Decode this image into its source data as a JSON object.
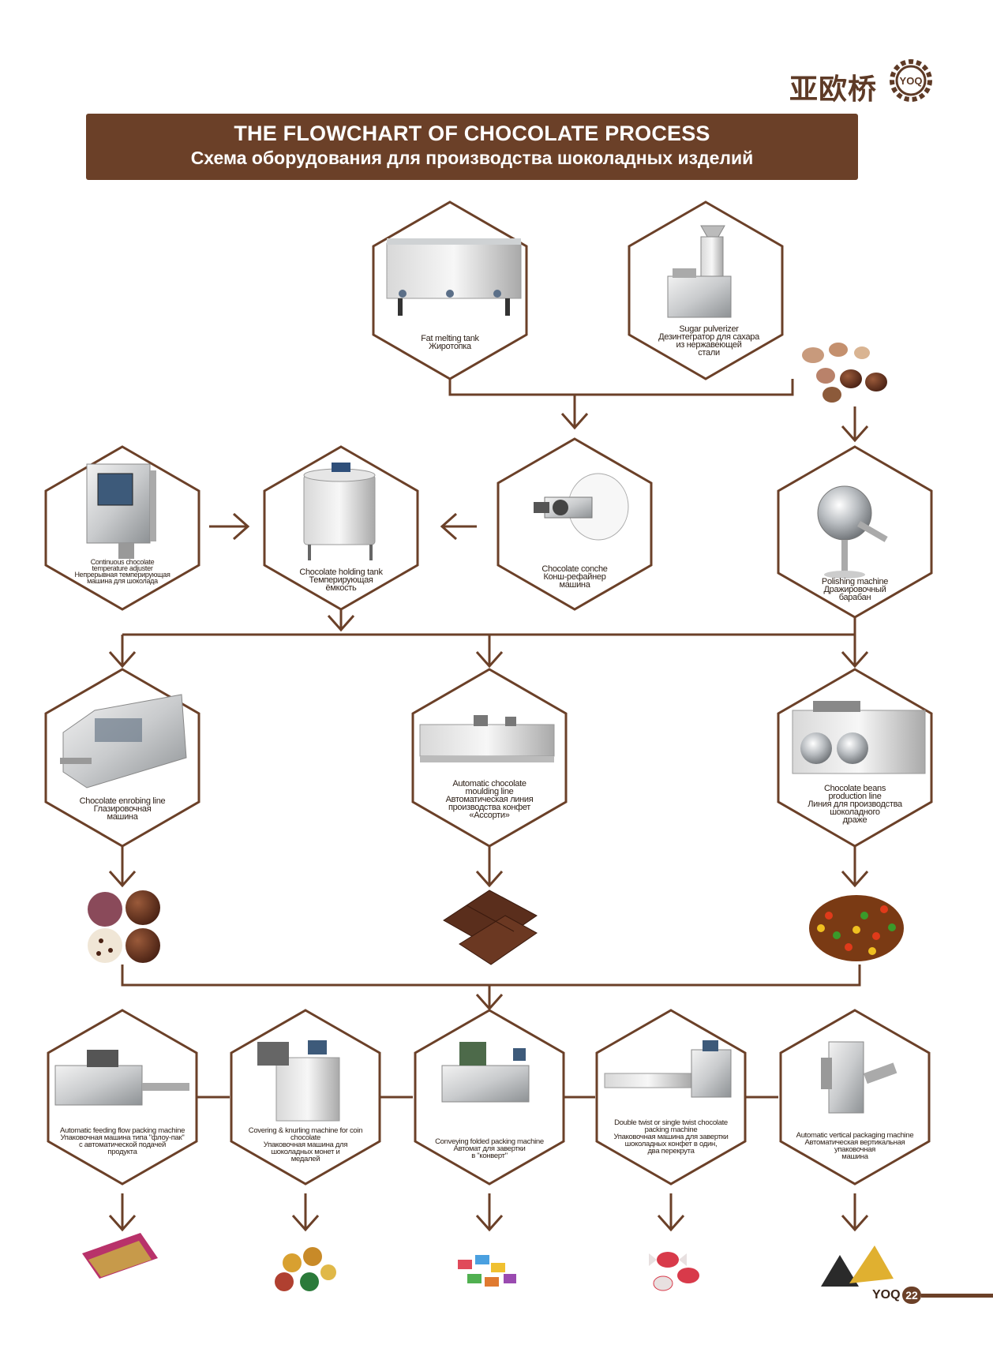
{
  "title": {
    "en": "THE FLOWCHART OF CHOCOLATE PROCESS",
    "ru": "Схема оборудования для производства шоколадных изделий"
  },
  "brand": {
    "cn": "亚欧桥",
    "logo": "YOQ"
  },
  "colors": {
    "brown": "#6b4028",
    "line": "#6b4028"
  },
  "nodes": {
    "fat_tank": {
      "lines": [
        "Fat melting tank",
        "Жиротопка"
      ],
      "icon": "fat-melting-tank-image"
    },
    "sugar": {
      "lines": [
        "Sugar pulverizer",
        "Дезинтегратор для сахара",
        "из нержавеющей",
        "стали"
      ],
      "icon": "sugar-pulverizer-image"
    },
    "tempering": {
      "lines": [
        "Continuous chocolate",
        "temperature adjuster",
        "Непрерывная темперирующая",
        "машина для шоколада"
      ],
      "icon": "tempering-machine-image"
    },
    "holding": {
      "lines": [
        "Chocolate holding tank",
        "Темперирующая",
        "ёмкость"
      ],
      "icon": "holding-tank-image"
    },
    "conche": {
      "lines": [
        "Chocolate conche",
        "Конш-рефайнер",
        "машина"
      ],
      "icon": "conche-image"
    },
    "polishing": {
      "lines": [
        "Polishing machine",
        "Дражировочный",
        "барабан"
      ],
      "icon": "polishing-drum-image"
    },
    "enrobing": {
      "lines": [
        "Chocolate enrobing line",
        "Глазировочная",
        "машина"
      ],
      "icon": "enrobing-line-image"
    },
    "moulding": {
      "lines": [
        "Automatic chocolate",
        "moulding line",
        "Автоматическая линия",
        "производства конфет",
        "«Ассорти»"
      ],
      "icon": "moulding-line-image"
    },
    "beans": {
      "lines": [
        "Chocolate beans",
        "production line",
        "Линия для производства",
        "шоколадного",
        "драже"
      ],
      "icon": "beans-line-image"
    },
    "flow_pack": {
      "lines": [
        "Automatic feeding flow packing machine",
        "Упаковочная машина типа \"флоу-пак\"",
        "с автоматической подачей",
        "продукта"
      ],
      "icon": "flow-pack-machine-image"
    },
    "coin": {
      "lines": [
        "Covering & knurling machine for coin",
        "chocolate",
        "Упаковочная машина для",
        "шоколадных монет и",
        "медалей"
      ],
      "icon": "coin-wrapper-image"
    },
    "folded": {
      "lines": [
        "Conveying folded packing machine",
        "Автомат для завертки",
        "в \"конверт\""
      ],
      "icon": "folded-pack-machine-image"
    },
    "twist": {
      "lines": [
        "Double twist or single twist chocolate",
        "packing machine",
        "Упаковочная машина для завертки",
        "шоколадных конфет в один,",
        "два перекрута"
      ],
      "icon": "twist-pack-machine-image"
    },
    "vertical": {
      "lines": [
        "Automatic vertical packaging machine",
        "Автоматическая вертикальная",
        "упаковочная",
        "машина"
      ],
      "icon": "vertical-pack-machine-image"
    }
  },
  "products": [
    "nuts-image",
    "truffles-image",
    "chocolate-bar-image",
    "dragee-image",
    "wrapped-bar-image",
    "coin-chocolates-image",
    "wrapped-candies-image",
    "twist-candies-image",
    "pyramid-packs-image"
  ],
  "page": {
    "brand": "YOQ",
    "number": "22"
  }
}
